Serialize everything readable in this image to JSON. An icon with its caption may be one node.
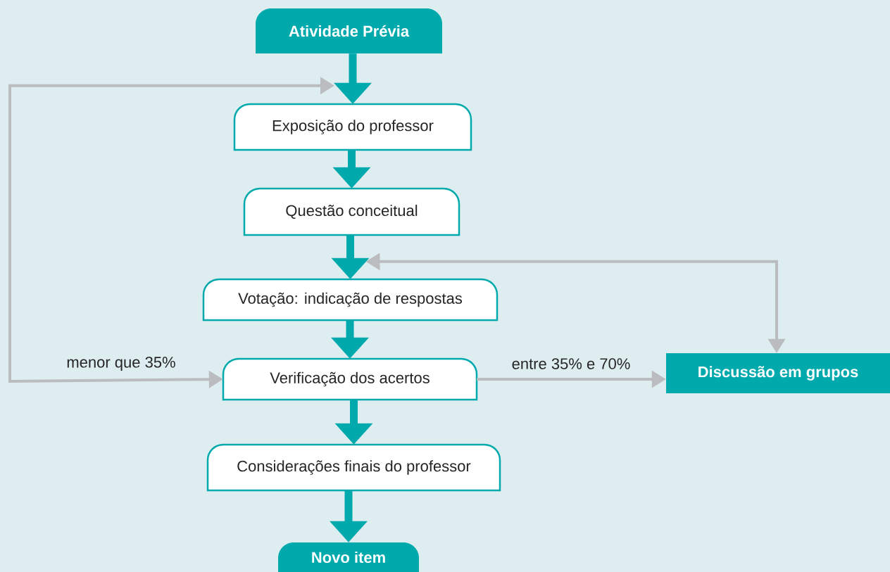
{
  "diagram": {
    "nodes": [
      {
        "text": [
          "Atividade Prévia"
        ]
      },
      {
        "text": [
          "Exposição do professor"
        ]
      },
      {
        "text": [
          "Questão conceitual"
        ]
      },
      {
        "text": [
          "Votação: indicação de respostas"
        ]
      },
      {
        "text": [
          "Verificação dos acertos"
        ]
      },
      {
        "text": [
          "Discussão em grupos"
        ]
      },
      {
        "text": [
          "Considerações finais do professor"
        ]
      },
      {
        "text": [
          "Novo item"
        ]
      }
    ],
    "edges": [
      {
        "from": 0,
        "to": 1,
        "arrow": "to"
      },
      {
        "from": 1,
        "to": 2,
        "arrow": "to"
      },
      {
        "from": 2,
        "to": 3,
        "arrow": "to"
      },
      {
        "from": 3,
        "to": 4,
        "arrow": "to"
      },
      {
        "from": 4,
        "to": 6,
        "arrow": "to"
      },
      {
        "from": 6,
        "to": 7,
        "arrow": "to"
      },
      {
        "from": 4,
        "to": 1,
        "arrow": "both",
        "label": "menor que 35%",
        "color": "#bbbcbf"
      },
      {
        "from": 4,
        "to": 5,
        "arrow": "to",
        "label": "entre 35% e 70%",
        "color": "#bbbcbf"
      },
      {
        "from": 5,
        "to": 3,
        "arrow": "both",
        "color": "#bbbcbf"
      }
    ]
  }
}
